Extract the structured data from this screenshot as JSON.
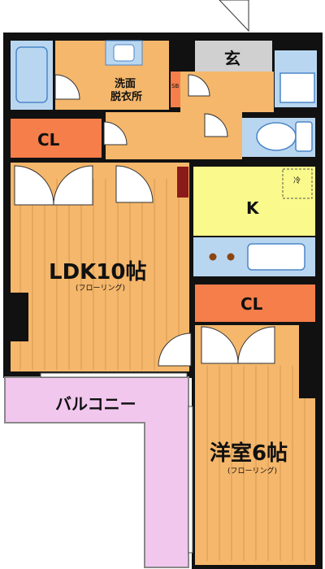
{
  "rooms": {
    "genkan": "玄",
    "washroom_line1": "洗面",
    "washroom_line2": "脱衣所",
    "sb": "SB",
    "closet_top": "CL",
    "kitchen": "K",
    "fridge": "冷",
    "ldk": "LDK10帖",
    "ldk_floor": "(フローリング)",
    "closet_mid": "CL",
    "balcony": "バルコニー",
    "western": "洋室6帖",
    "western_floor": "(フローリング)"
  },
  "colors": {
    "wall": "#111111",
    "floor": "#f5b76b",
    "floor_lines": "#d89a52",
    "closet": "#f57e4a",
    "kitchen": "#fafa8c",
    "blue_fixture": "#b9d6f0",
    "fixture_edge": "#4a86c8",
    "balcony": "#f2c7ee",
    "gray": "#d0d0d0"
  }
}
